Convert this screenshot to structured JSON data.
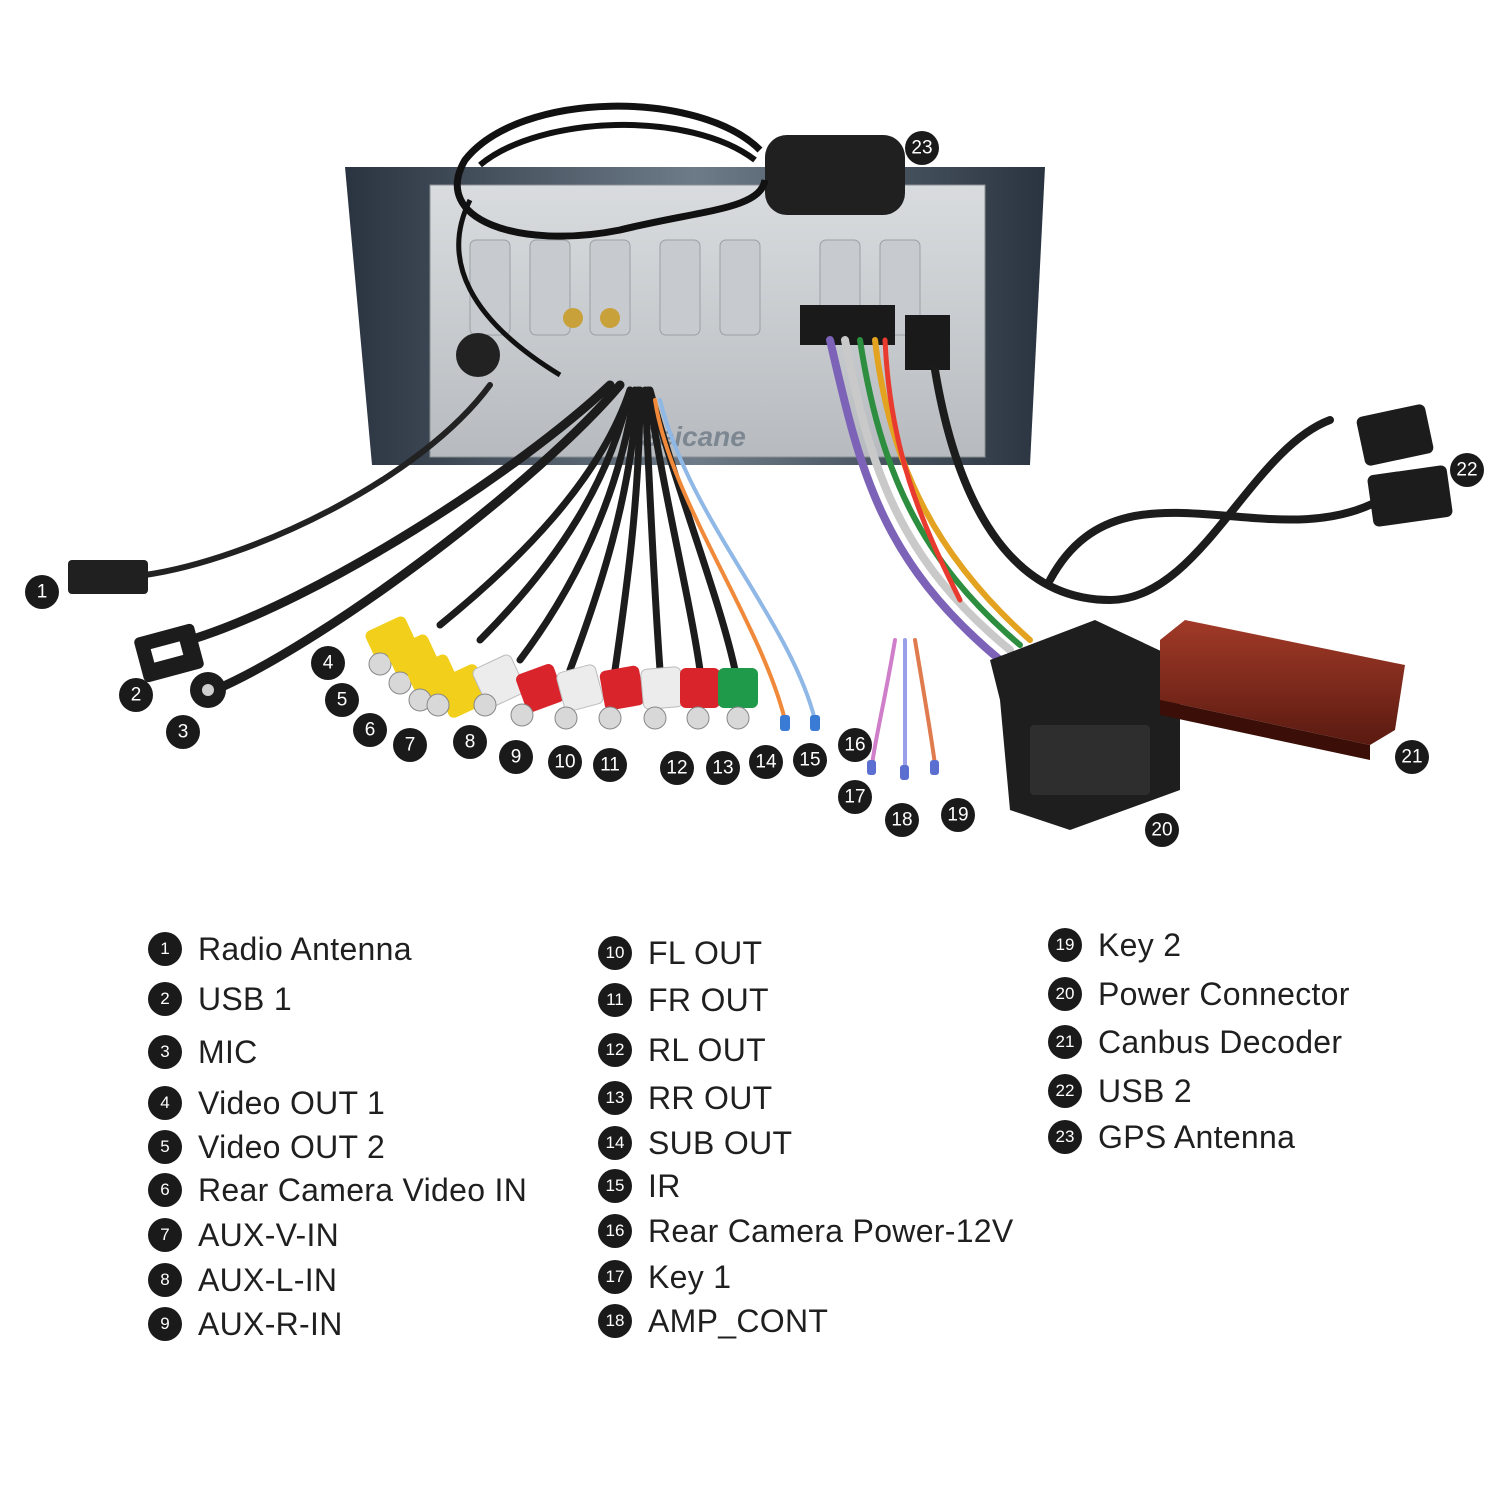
{
  "brand_watermark": "Seicane",
  "items": [
    {
      "n": "1",
      "label": "Radio Antenna"
    },
    {
      "n": "2",
      "label": "USB 1"
    },
    {
      "n": "3",
      "label": "MIC"
    },
    {
      "n": "4",
      "label": "Video OUT 1"
    },
    {
      "n": "5",
      "label": "Video OUT 2"
    },
    {
      "n": "6",
      "label": "Rear Camera Video IN"
    },
    {
      "n": "7",
      "label": "AUX-V-IN"
    },
    {
      "n": "8",
      "label": "AUX-L-IN"
    },
    {
      "n": "9",
      "label": "AUX-R-IN"
    },
    {
      "n": "10",
      "label": "FL OUT"
    },
    {
      "n": "11",
      "label": "FR OUT"
    },
    {
      "n": "12",
      "label": "RL OUT"
    },
    {
      "n": "13",
      "label": "RR OUT"
    },
    {
      "n": "14",
      "label": "SUB OUT"
    },
    {
      "n": "15",
      "label": "IR"
    },
    {
      "n": "16",
      "label": "Rear Camera Power-12V"
    },
    {
      "n": "17",
      "label": "Key 1"
    },
    {
      "n": "18",
      "label": "AMP_CONT"
    },
    {
      "n": "19",
      "label": "Key 2"
    },
    {
      "n": "20",
      "label": "Power Connector"
    },
    {
      "n": "21",
      "label": "Canbus Decoder"
    },
    {
      "n": "22",
      "label": "USB 2"
    },
    {
      "n": "23",
      "label": "GPS Antenna"
    }
  ],
  "colors": {
    "rca_yellow": "#f2cf1a",
    "rca_white": "#ececec",
    "rca_red": "#d8242a",
    "rca_green": "#1f9a4a",
    "wire_orange": "#f08a3a",
    "wire_blue": "#8fb8e6",
    "decoder": "#7a2518"
  }
}
